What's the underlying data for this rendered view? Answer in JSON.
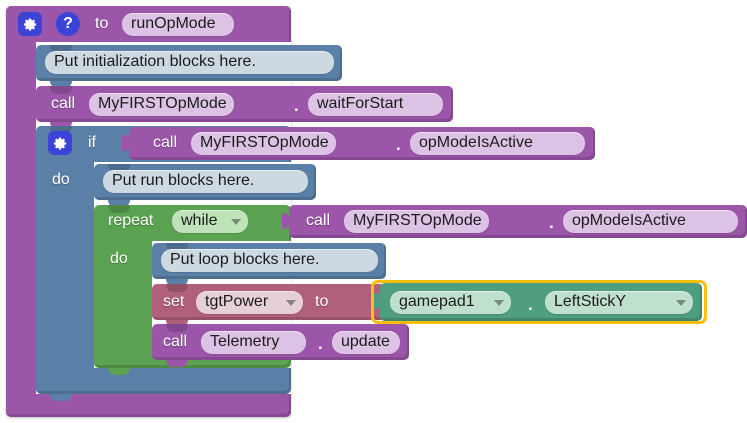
{
  "editor": {
    "name": "blockly-workspace",
    "background": "#ffffff"
  },
  "colors": {
    "purple": "#9b56a9",
    "purple_dark": "#8a4497",
    "purple_light": "#a866b4",
    "slate": "#5b80a8",
    "slate_dark": "#4d6e92",
    "green": "#5ba352",
    "green_dark": "#4d8c46",
    "mauve": "#b06079",
    "mauve_dark": "#9d4f68",
    "teal": "#4f9e7f",
    "teal_dark": "#428a6e",
    "icon_blue": "#3b44d6",
    "selection_yellow": "#fdbe0d",
    "field_lavender": "#dcc2e4",
    "field_slate": "#cdd9e0",
    "field_rose": "#e6cfd9",
    "field_mint": "#bfe3b9",
    "field_seafoam": "#bfe0cd"
  },
  "procedure": {
    "gear_icon": "gear-icon",
    "help_icon": "help-icon",
    "to_label": "to",
    "name": "runOpMode"
  },
  "init_comment": {
    "text": "Put initialization blocks here."
  },
  "wait_for_start": {
    "call_label": "call",
    "object": "MyFIRSTOpMode",
    "separator": ".",
    "method": "waitForStart"
  },
  "if_block": {
    "gear_icon": "gear-icon",
    "if_label": "if",
    "do_label": "do",
    "condition": {
      "call_label": "call",
      "object": "MyFIRSTOpMode",
      "separator": ".",
      "method": "opModeIsActive"
    }
  },
  "run_comment": {
    "text": "Put run blocks here."
  },
  "repeat_block": {
    "repeat_label": "repeat",
    "mode": "while",
    "mode_caret": "chevron-down-icon",
    "do_label": "do",
    "condition": {
      "call_label": "call",
      "object": "MyFIRSTOpMode",
      "separator": ".",
      "method": "opModeIsActive"
    }
  },
  "loop_comment": {
    "text": "Put loop blocks here."
  },
  "set_block": {
    "set_label": "set",
    "variable": "tgtPower",
    "variable_caret": "chevron-down-icon",
    "to_label": "to",
    "selected": true,
    "value": {
      "object": "gamepad1",
      "object_caret": "chevron-down-icon",
      "separator": ".",
      "property": "LeftStickY",
      "property_caret": "chevron-down-icon"
    }
  },
  "telemetry_block": {
    "call_label": "call",
    "object": "Telemetry",
    "separator": ".",
    "method": "update"
  }
}
